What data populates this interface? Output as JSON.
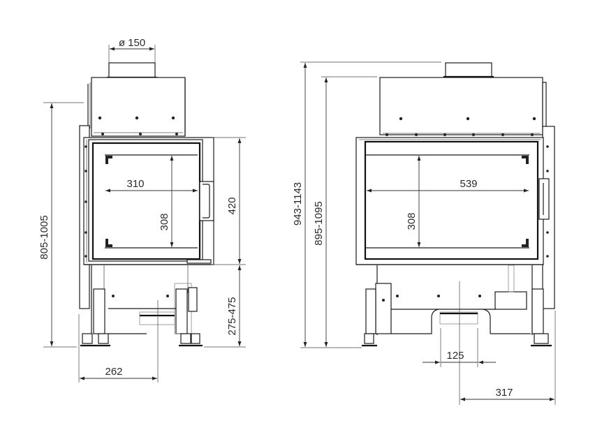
{
  "drawing": {
    "type": "technical drawing",
    "subject": "fireplace insert",
    "views": [
      {
        "name": "side view",
        "dimensions": {
          "flue_diameter": "ø 150",
          "total_height": "805-1005",
          "glass_width": "310",
          "glass_height": "308",
          "door_height": "420",
          "base_height": "275-475",
          "depth_to_axis": "262"
        }
      },
      {
        "name": "front view",
        "dimensions": {
          "outer_height": "943-1143",
          "body_height": "895-1095",
          "glass_width": "539",
          "glass_height": "308",
          "air_intake_width": "125",
          "axis_to_side": "317"
        }
      }
    ]
  }
}
